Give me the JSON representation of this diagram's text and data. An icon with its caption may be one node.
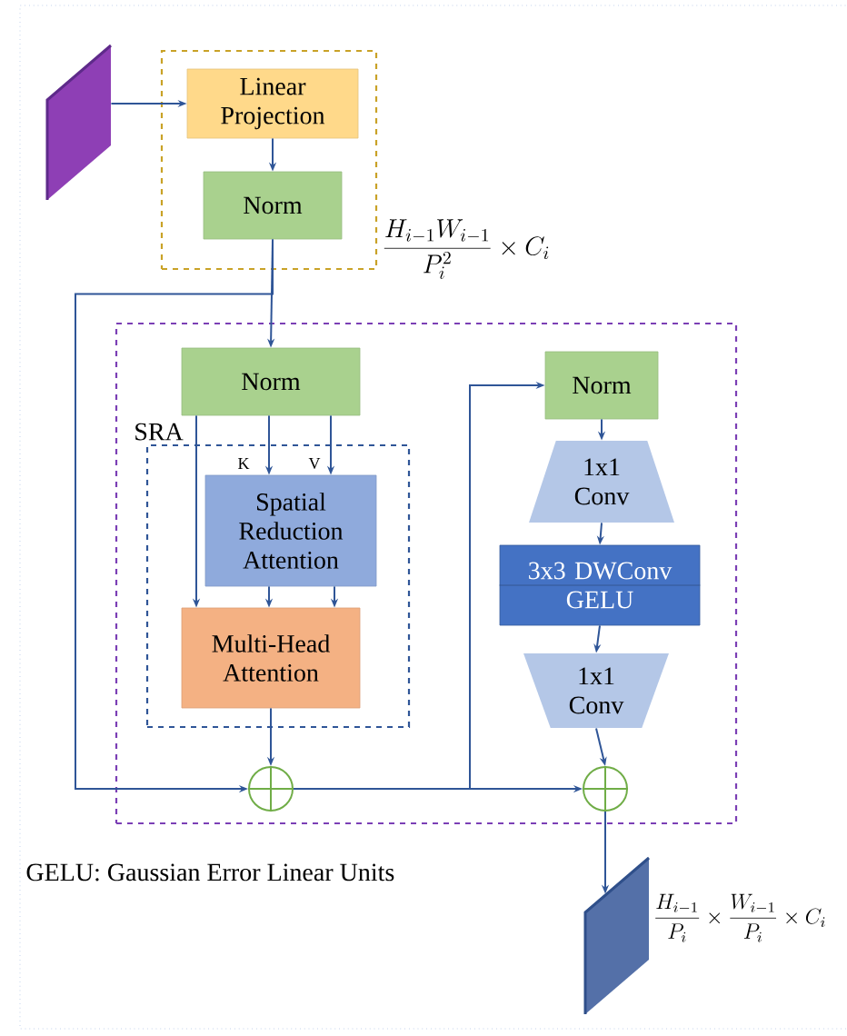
{
  "diagram": {
    "nodes": [
      {
        "text": [],
        "shape": "parallelogram"
      },
      {
        "text": [],
        "shape": "box"
      },
      {
        "text": [
          "Linear Projection"
        ],
        "in": 1
      },
      {
        "text": [
          "Norm"
        ],
        "in": 1
      },
      {
        "text": [],
        "shape": "box"
      },
      {
        "text": [
          "Norm"
        ],
        "in": 4
      },
      {
        "text": [
          "SRA"
        ],
        "in": 4
      },
      {
        "text": [
          "Spatial Reduction Attention"
        ],
        "in": 6
      },
      {
        "text": [
          "Multi-Head Attention"
        ],
        "in": 6
      },
      {
        "text": [],
        "shape": "circle",
        "in": 4
      },
      {
        "text": [
          "Norm"
        ],
        "in": 4
      },
      {
        "text": [
          "1x1 Conv"
        ],
        "in": 4
      },
      {
        "text": [
          "3x3 DWConv",
          "GELU"
        ],
        "in": 4
      },
      {
        "text": [
          "1x1 Conv"
        ],
        "in": 4
      },
      {
        "text": [],
        "shape": "circle",
        "in": 4
      },
      {
        "text": [],
        "shape": "parallelogram",
        "beside": [
          "\\frac{H_{i-1}}{P_i}\\times\\frac{W_{i-1}}{P_i}\\times C_i"
        ]
      }
    ],
    "edges": [
      {
        "from": 0,
        "to": 2,
        "arrow": "to"
      },
      {
        "from": 2,
        "to": 3,
        "arrow": "to"
      },
      {
        "from": 3,
        "to": 5,
        "arrow": "to"
      },
      {
        "from": 3,
        "to": 9,
        "arrow": "to"
      },
      {
        "from": 5,
        "to": 8,
        "arrow": "to"
      },
      {
        "from": 5,
        "to": 7,
        "arrow": "to",
        "label": "K"
      },
      {
        "from": 5,
        "to": 7,
        "arrow": "to",
        "label": "V"
      },
      {
        "from": 7,
        "to": 8,
        "arrow": "to"
      },
      {
        "from": 7,
        "to": 8,
        "arrow": "to"
      },
      {
        "from": 8,
        "to": 9,
        "arrow": "to"
      },
      {
        "from": 9,
        "to": 10,
        "arrow": "to"
      },
      {
        "from": 9,
        "to": 14,
        "arrow": "to"
      },
      {
        "from": 10,
        "to": 11,
        "arrow": "to"
      },
      {
        "from": 11,
        "to": 12,
        "arrow": "to"
      },
      {
        "from": 12,
        "to": 13,
        "arrow": "to"
      },
      {
        "from": 13,
        "to": 14,
        "arrow": "to"
      },
      {
        "from": 14,
        "to": 15,
        "arrow": "to"
      }
    ],
    "labels": [
      "\\frac{H_{i-1}W_{i-1}}{P_i^2}\\times C_i",
      "GELU: Gaussian Error Linear Units"
    ]
  }
}
